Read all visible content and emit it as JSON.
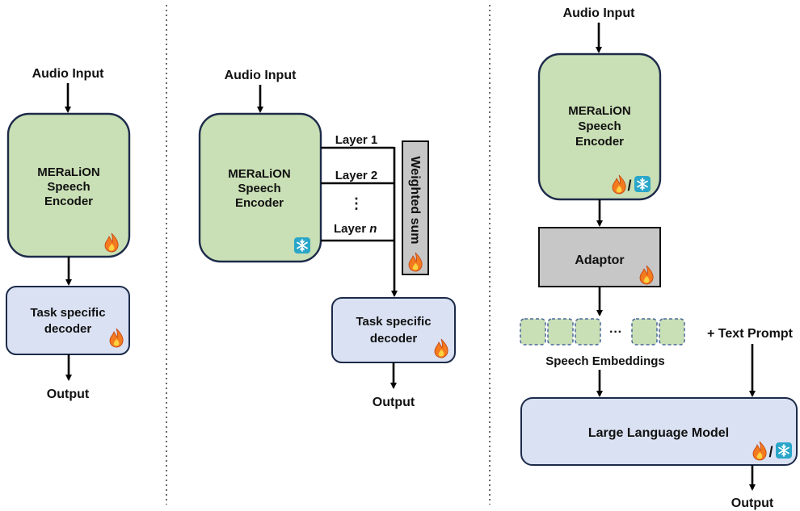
{
  "colors": {
    "encoder_fill": "#c9dfb5",
    "decoder_fill": "#d9e1f2",
    "adaptor_fill": "#c7c7c7",
    "border": "#1d2b4a",
    "fire": "#f47a1f",
    "snowflake": "#2aa6c9"
  },
  "icons": {
    "trainable": "fire-icon",
    "frozen": "snowflake-icon"
  },
  "panel1": {
    "input": "Audio Input",
    "encoder": [
      "MERaLiON",
      "Speech",
      "Encoder"
    ],
    "decoder": [
      "Task specific",
      "decoder"
    ],
    "output": "Output"
  },
  "panel2": {
    "input": "Audio Input",
    "encoder": [
      "MERaLiON",
      "Speech",
      "Encoder"
    ],
    "layers": [
      "Layer 1",
      "Layer 2",
      "⋮",
      "Layer"
    ],
    "layer_n": "n",
    "weighted_sum": "Weighted sum",
    "decoder": [
      "Task specific",
      "decoder"
    ],
    "output": "Output"
  },
  "panel3": {
    "input": "Audio Input",
    "encoder": [
      "MERaLiON",
      "Speech",
      "Encoder"
    ],
    "adaptor": "Adaptor",
    "ellipsis": "···",
    "embeddings": "Speech Embeddings",
    "text_prompt": "+  Text Prompt",
    "llm": "Large Language Model",
    "slash": "/",
    "output": "Output"
  }
}
